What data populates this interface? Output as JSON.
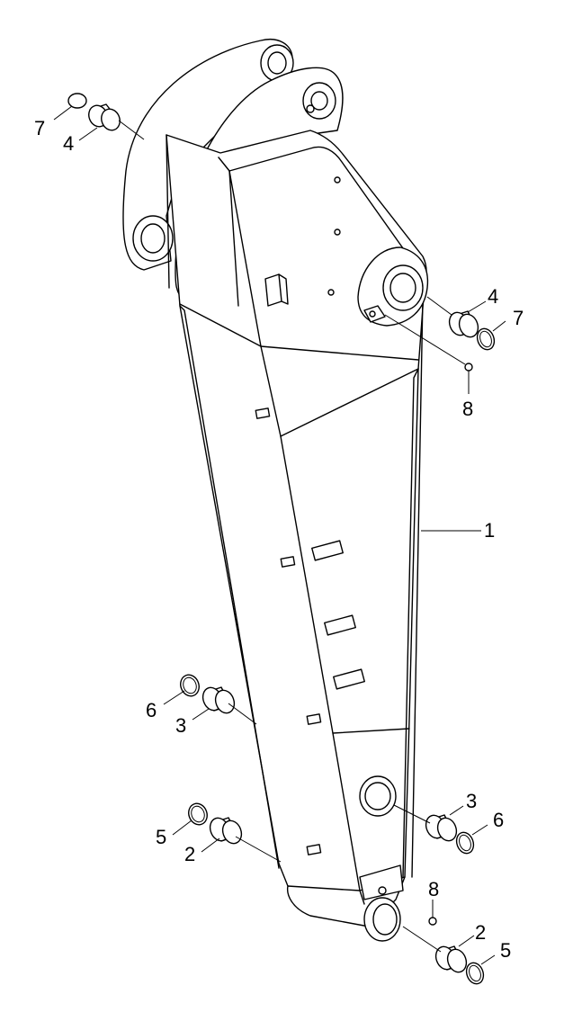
{
  "callouts": [
    {
      "id": "c7a",
      "text": "7"
    },
    {
      "id": "c4a",
      "text": "4"
    },
    {
      "id": "c4b",
      "text": "4"
    },
    {
      "id": "c7b",
      "text": "7"
    },
    {
      "id": "c8a",
      "text": "8"
    },
    {
      "id": "c1",
      "text": "1"
    },
    {
      "id": "c6a",
      "text": "6"
    },
    {
      "id": "c3a",
      "text": "3"
    },
    {
      "id": "c5a",
      "text": "5"
    },
    {
      "id": "c2a",
      "text": "2"
    },
    {
      "id": "c3b",
      "text": "3"
    },
    {
      "id": "c6b",
      "text": "6"
    },
    {
      "id": "c8b",
      "text": "8"
    },
    {
      "id": "c2b",
      "text": "2"
    },
    {
      "id": "c5b",
      "text": "5"
    }
  ]
}
